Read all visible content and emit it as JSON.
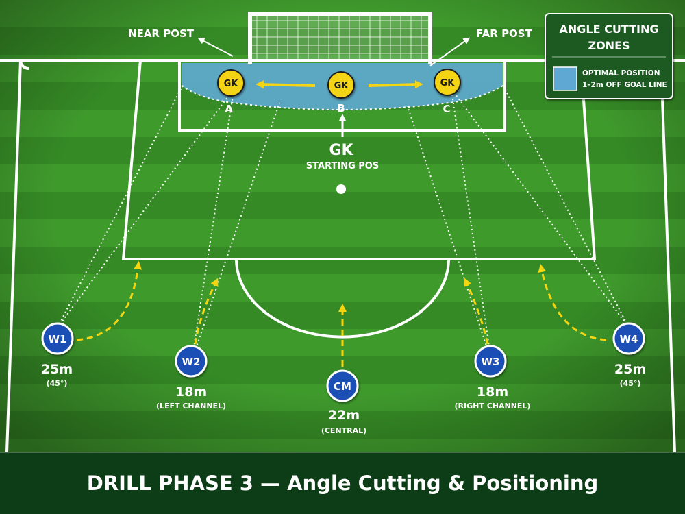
{
  "title": "DRILL PHASE 3 — Angle Cutting & Positioning",
  "labels": {
    "near_post": "NEAR POST",
    "far_post": "FAR POST",
    "gk_main": "GK",
    "gk_sub": "STARTING POS",
    "pos_a": "A",
    "pos_b": "B",
    "pos_c": "C"
  },
  "legend": {
    "title_line1": "ANGLE CUTTING",
    "title_line2": "ZONES",
    "item_line1": "OPTIMAL POSITION",
    "item_line2": "1–2m OFF GOAL LINE"
  },
  "goalkeepers": [
    {
      "text": "GK"
    },
    {
      "text": "GK"
    },
    {
      "text": "GK"
    }
  ],
  "attackers": [
    {
      "code": "W1",
      "distance": "25m",
      "note": "(45°)"
    },
    {
      "code": "W2",
      "distance": "18m",
      "note": "(LEFT CHANNEL)"
    },
    {
      "code": "CM",
      "distance": "22m",
      "note": "(CENTRAL)"
    },
    {
      "code": "W3",
      "distance": "18m",
      "note": "(RIGHT CHANNEL)"
    },
    {
      "code": "W4",
      "distance": "25m",
      "note": "(45°)"
    }
  ],
  "colors": {
    "grass_light": "#3f9a2c",
    "grass_dark": "#2f7f20",
    "zone_fill": "#5fa8d3",
    "gk_fill": "#f4d512",
    "attacker_fill": "#1f4fb6",
    "arrow_yellow": "#f4d512",
    "banner": "#0d3d16"
  }
}
